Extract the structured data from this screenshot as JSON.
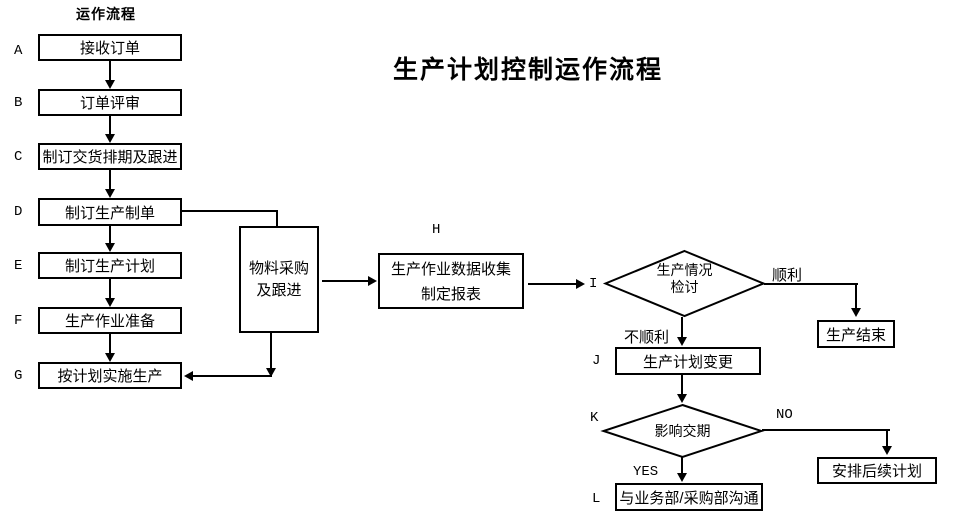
{
  "title": "生产计划控制运作流程",
  "column_header": "运作流程",
  "steps": [
    {
      "letter": "A",
      "label": "接收订单"
    },
    {
      "letter": "B",
      "label": "订单评审"
    },
    {
      "letter": "C",
      "label": "制订交货排期及跟进"
    },
    {
      "letter": "D",
      "label": "制订生产制单"
    },
    {
      "letter": "E",
      "label": "制订生产计划"
    },
    {
      "letter": "F",
      "label": "生产作业准备"
    },
    {
      "letter": "G",
      "label": "按计划实施生产"
    }
  ],
  "material_box": {
    "line1": "物料采购",
    "line2": "及跟进"
  },
  "h_node": {
    "letter": "H",
    "line1": "生产作业数据收集",
    "line2": "制定报表"
  },
  "i_node": {
    "letter": "I",
    "line1": "生产情况",
    "line2": "检讨"
  },
  "j_node": {
    "letter": "J",
    "label": "生产计划变更"
  },
  "k_node": {
    "letter": "K",
    "label": "影响交期"
  },
  "l_node": {
    "letter": "L",
    "label": "与业务部/采购部沟通"
  },
  "branch_labels": {
    "smooth": "顺利",
    "not_smooth": "不顺利",
    "no": "NO",
    "yes": "YES"
  },
  "end_box": "生产结束",
  "followup_box": "安排后续计划",
  "colors": {
    "line": "#000000",
    "text": "#000000",
    "background": "#ffffff"
  }
}
